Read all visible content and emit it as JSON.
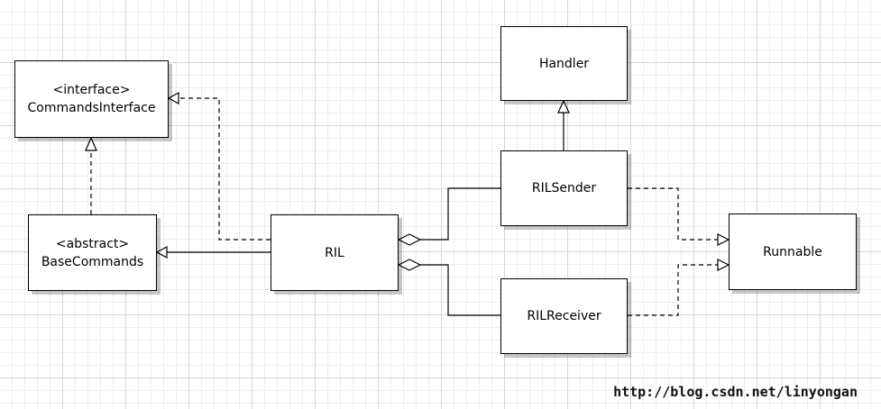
{
  "diagram": {
    "classes": {
      "handler": {
        "name": "Handler"
      },
      "commands_interface": {
        "stereotype": "<interface>",
        "name": "CommandsInterface"
      },
      "base_commands": {
        "stereotype": "<abstract>",
        "name": "BaseCommands"
      },
      "ril": {
        "name": "RIL"
      },
      "ril_sender": {
        "name": "RILSender"
      },
      "ril_receiver": {
        "name": "RILReceiver"
      },
      "runnable": {
        "name": "Runnable"
      }
    },
    "relations": [
      {
        "from": "BaseCommands",
        "to": "CommandsInterface",
        "type": "realization"
      },
      {
        "from": "RIL",
        "to": "CommandsInterface",
        "type": "realization"
      },
      {
        "from": "RIL",
        "to": "BaseCommands",
        "type": "generalization"
      },
      {
        "from": "RILSender",
        "to": "Handler",
        "type": "generalization"
      },
      {
        "from": "RIL",
        "to": "RILSender",
        "type": "aggregation"
      },
      {
        "from": "RIL",
        "to": "RILReceiver",
        "type": "aggregation"
      },
      {
        "from": "RILSender",
        "to": "Runnable",
        "type": "realization"
      },
      {
        "from": "RILReceiver",
        "to": "Runnable",
        "type": "realization"
      }
    ]
  },
  "watermark": "http://blog.csdn.net/linyongan"
}
